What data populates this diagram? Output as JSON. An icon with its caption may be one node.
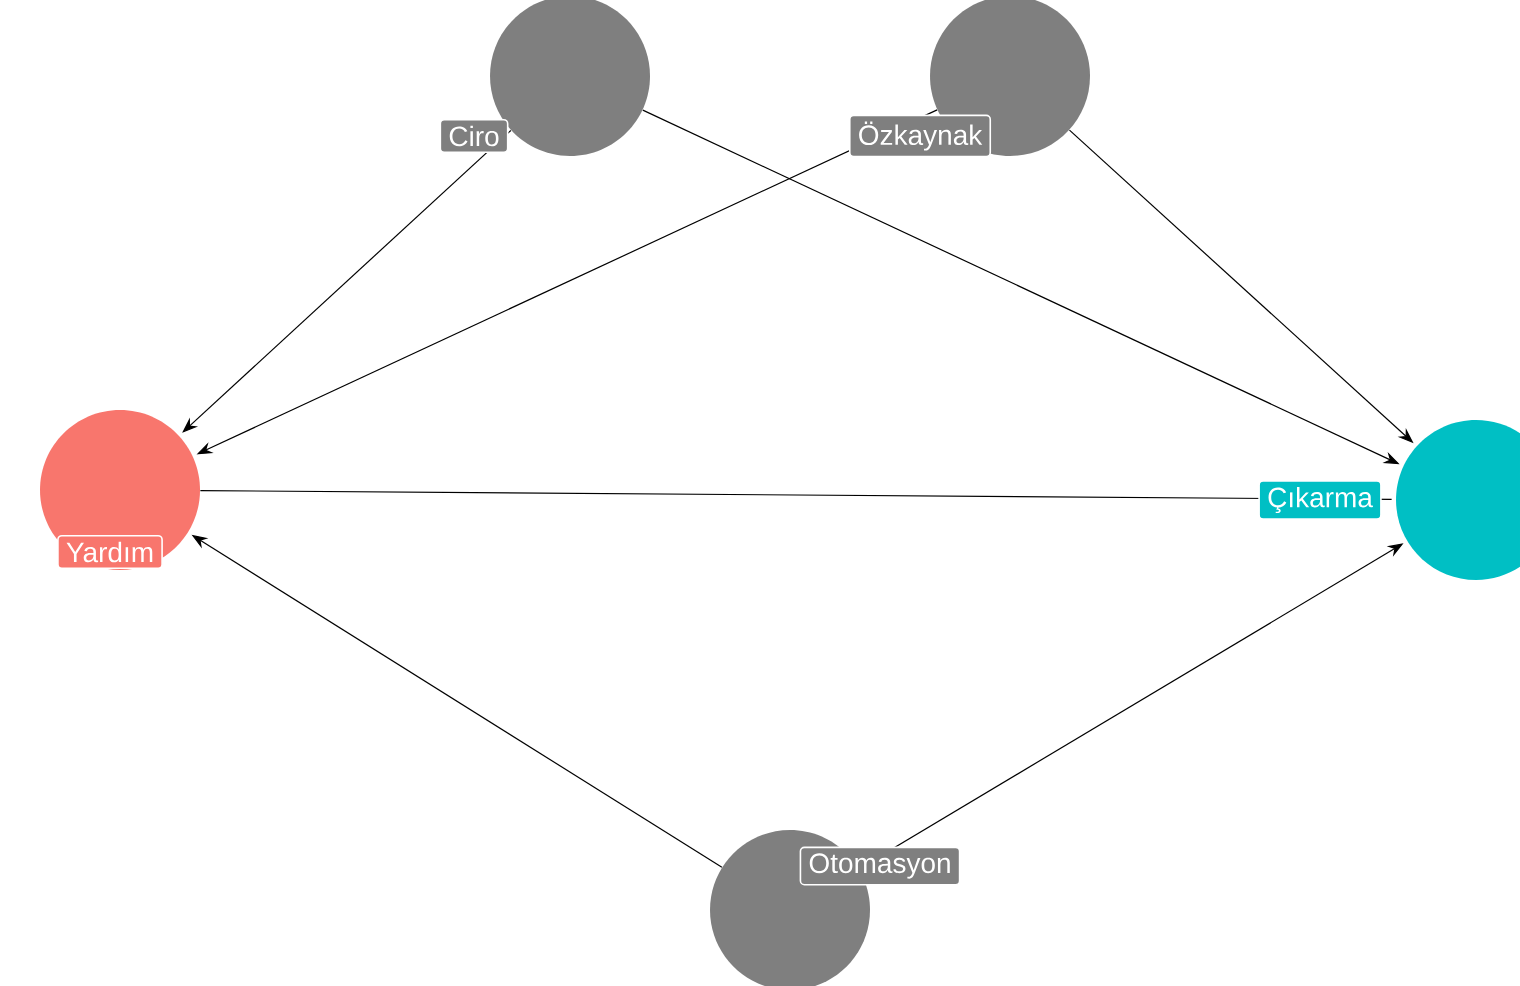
{
  "diagram": {
    "nodes": [
      {
        "text": [
          "Ciro"
        ]
      },
      {
        "text": [
          "Özkaynak"
        ]
      },
      {
        "text": [
          "Yardım"
        ]
      },
      {
        "text": [
          "Çıkarma"
        ]
      },
      {
        "text": [
          "Otomasyon"
        ]
      }
    ],
    "edges": [
      {
        "from": 0,
        "to": 2,
        "arrow": "to"
      },
      {
        "from": 0,
        "to": 3,
        "arrow": "to"
      },
      {
        "from": 1,
        "to": 2,
        "arrow": "to"
      },
      {
        "from": 1,
        "to": 3,
        "arrow": "to"
      },
      {
        "from": 2,
        "to": 3,
        "arrow": "none"
      },
      {
        "from": 4,
        "to": 2,
        "arrow": "to"
      },
      {
        "from": 4,
        "to": 3,
        "arrow": "to"
      }
    ]
  }
}
